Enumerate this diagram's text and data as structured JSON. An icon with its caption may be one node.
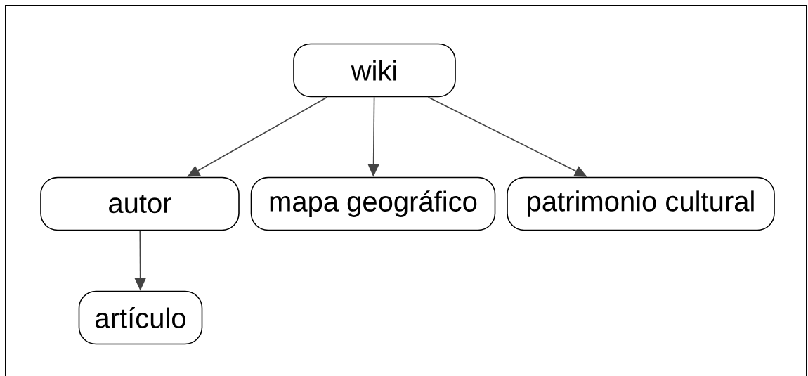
{
  "diagram": {
    "nodes": [
      {
        "text": [
          "wiki"
        ]
      },
      {
        "text": [
          "autor"
        ]
      },
      {
        "text": [
          "mapa geográfico"
        ]
      },
      {
        "text": [
          "patrimonio cultural"
        ]
      },
      {
        "text": [
          "artículo"
        ]
      }
    ],
    "edges": [
      {
        "from": 0,
        "to": 1,
        "arrow": "to"
      },
      {
        "from": 0,
        "to": 2,
        "arrow": "to"
      },
      {
        "from": 0,
        "to": 3,
        "arrow": "to"
      },
      {
        "from": 1,
        "to": 4,
        "arrow": "to"
      }
    ]
  }
}
